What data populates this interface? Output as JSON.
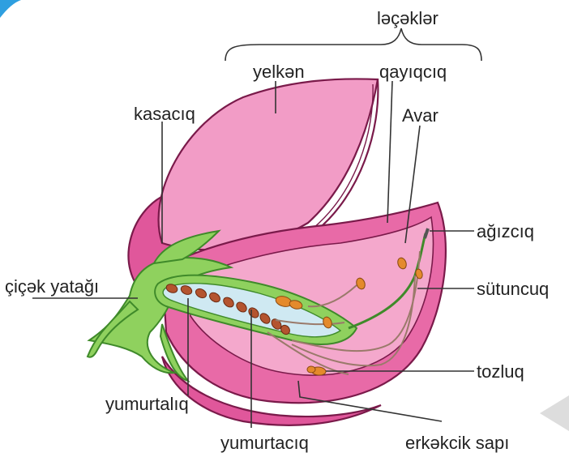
{
  "labels": {
    "lecekler": "ləçəklər",
    "yelken": "yelkən",
    "qayiqciq": "qayıqcıq",
    "avar": "Avar",
    "kasaciq": "kasacıq",
    "agizciq": "ağızcıq",
    "cicek_yatagi": "çiçək yatağı",
    "sutuncuq": "sütuncuq",
    "tozluq": "tozluq",
    "yumurtaliq": "yumurtalıq",
    "yumurtaciq": "yumurtacıq",
    "erkekcik_sapi": "erkəkcik sapı"
  },
  "colors": {
    "petal_light": "#f29cc6",
    "petal_mid": "#e86aa7",
    "petal_dark": "#d8488e",
    "green": "#8fd15e",
    "green_dark": "#3f8a2a",
    "ovary_inner": "#cfe9f2",
    "ovule": "#b4542f",
    "anther": "#e48a2c"
  }
}
